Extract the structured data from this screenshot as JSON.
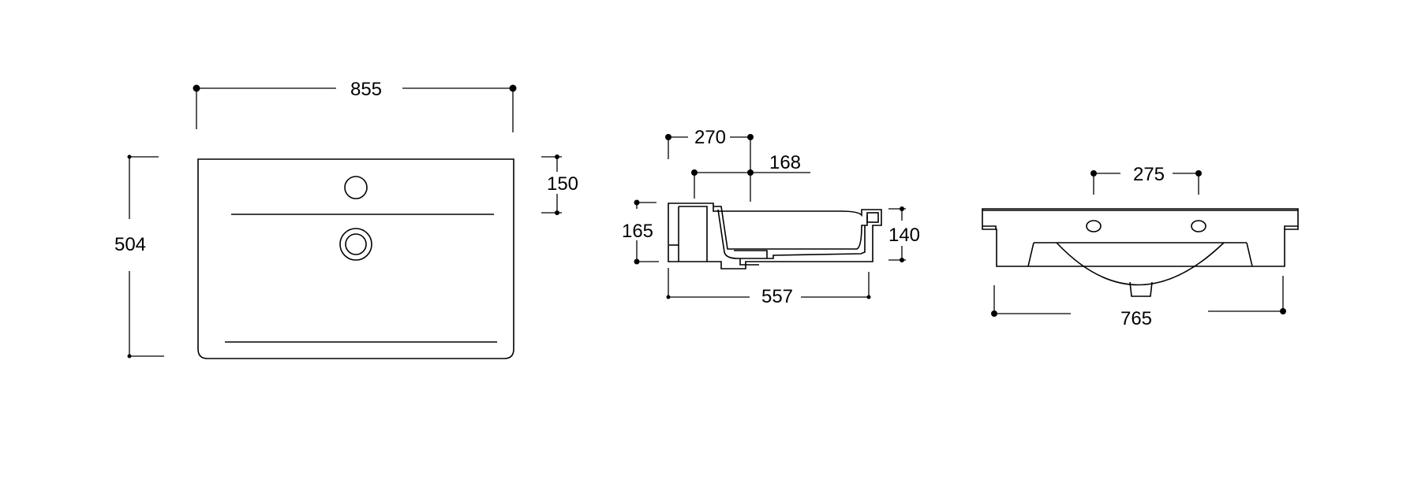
{
  "dimensions": {
    "top_view": {
      "width": "855",
      "depth": "504",
      "tap_offset": "150"
    },
    "side_view": {
      "offset_a": "270",
      "offset_b": "168",
      "height": "165",
      "bowl_depth": "140",
      "length": "557"
    },
    "front_view": {
      "holes_spacing": "275",
      "width": "765"
    }
  }
}
